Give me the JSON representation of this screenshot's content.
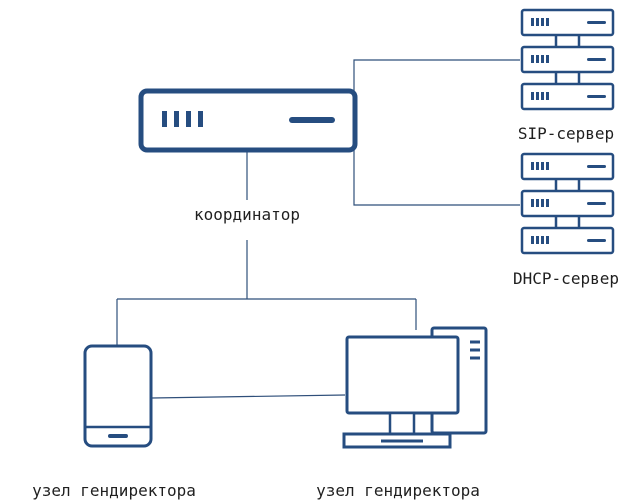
{
  "colors": {
    "device_stroke": "#264d80",
    "line": "#2f4f7a",
    "text": "#1f1f1f",
    "background": "#ffffff"
  },
  "nodes": {
    "coordinator": {
      "label": "координатор",
      "icon": "router-appliance-icon"
    },
    "sip_server": {
      "label": "SIP-сервер",
      "icon": "server-rack-icon"
    },
    "dhcp_server": {
      "label": "DHCP-сервер",
      "icon": "server-rack-icon"
    },
    "mobile_node": {
      "label": "узел гендиректора",
      "icon": "smartphone-icon"
    },
    "desktop_node": {
      "label": "узел гендиректора",
      "icon": "desktop-computer-icon"
    }
  }
}
